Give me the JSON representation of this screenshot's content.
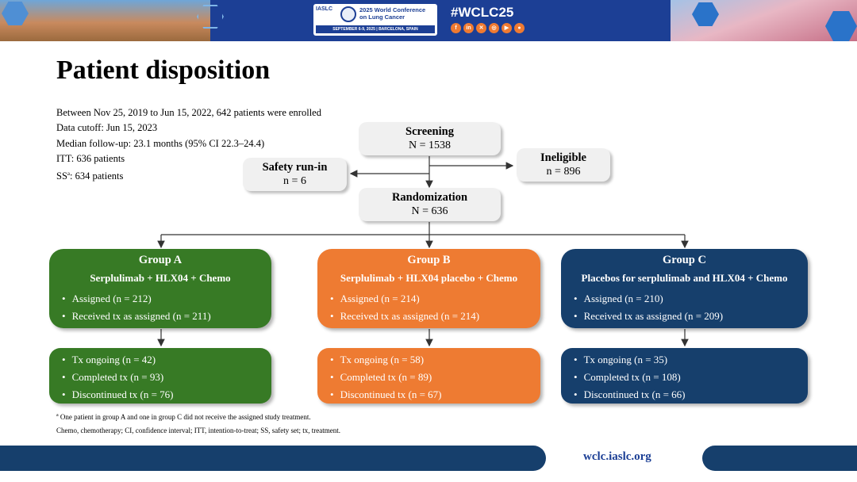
{
  "header": {
    "org": "IASLC",
    "conference_line1": "2025 World Conference",
    "conference_line2": "on Lung Cancer",
    "dates": "SEPTEMBER 6-9, 2025 | BARCELONA, SPAIN",
    "hashtag": "#WCLC25",
    "social_icons": [
      "facebook-icon",
      "linkedin-icon",
      "x-icon",
      "instagram-icon",
      "youtube-icon",
      "wechat-icon"
    ]
  },
  "title": "Patient disposition",
  "info": {
    "line1": "Between Nov 25, 2019 to Jun 15, 2022, 642 patients were enrolled",
    "line2": "Data cutoff: Jun 15, 2023",
    "line3": "Median follow-up: 23.1 months (95% CI 22.3–24.4)",
    "line4": "ITT: 636 patients",
    "line5_prefix": "SS",
    "line5_sup": "a",
    "line5_rest": ": 634 patients"
  },
  "flow": {
    "screening": {
      "label": "Screening",
      "n": "N = 1538"
    },
    "safety": {
      "label": "Safety run-in",
      "n": "n = 6"
    },
    "ineligible": {
      "label": "Ineligible",
      "n": "n = 896"
    },
    "randomization": {
      "label": "Randomization",
      "n": "N = 636"
    }
  },
  "groups": [
    {
      "title": "Group A",
      "regimen": "Serplulimab + HLX04 + Chemo",
      "assigned": "Assigned (n = 212)",
      "received": "Received tx as assigned (n = 211)",
      "ongoing": "Tx ongoing (n = 42)",
      "completed": "Completed tx (n = 93)",
      "discontinued": "Discontinued tx  (n = 76)"
    },
    {
      "title": "Group B",
      "regimen": "Serplulimab + HLX04 placebo + Chemo",
      "assigned": "Assigned (n = 214)",
      "received": "Received tx as assigned (n = 214)",
      "ongoing": "Tx ongoing (n = 58)",
      "completed": "Completed tx (n = 89)",
      "discontinued": "Discontinued tx (n = 67)"
    },
    {
      "title": "Group C",
      "regimen": "Placebos for serplulimab and HLX04 + Chemo",
      "assigned": "Assigned (n = 210)",
      "received": "Received tx as assigned (n = 209)",
      "ongoing": "Tx ongoing (n = 35)",
      "completed": "Completed tx (n = 108)",
      "discontinued": "Discontinued tx (n = 66)"
    }
  ],
  "colors": {
    "group_a": "#377a25",
    "group_b": "#ee7b32",
    "group_c": "#163f6c"
  },
  "footnotes": {
    "note_sup": "a",
    "note": "One patient in group A and one in group C did not receive the assigned study treatment.",
    "abbrev": "Chemo, chemotherapy; CI, confidence interval; ITT, intention-to-treat; SS, safety set; tx, treatment."
  },
  "footer": {
    "website": "wclc.iaslc.org"
  }
}
